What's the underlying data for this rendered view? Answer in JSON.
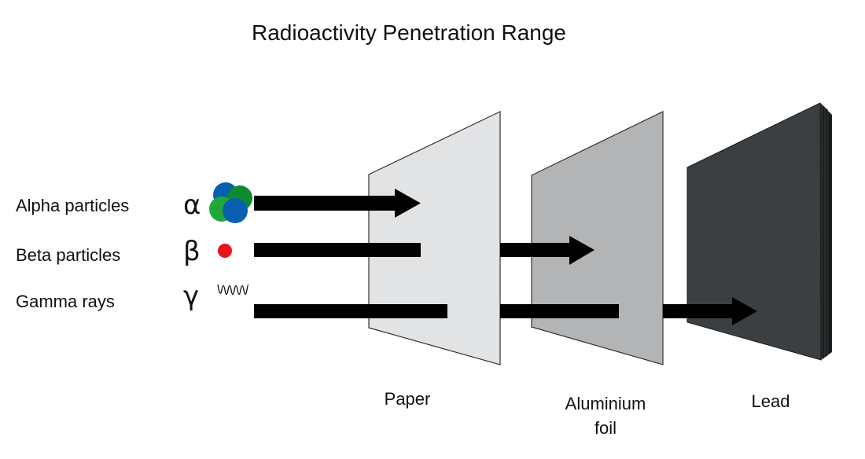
{
  "title": "Radioactivity Penetration Range",
  "radiation_types": [
    {
      "label": "Alpha particles",
      "symbol": "α",
      "icon": "alpha-nucleus-icon",
      "stopped_by": "Paper"
    },
    {
      "label": "Beta particles",
      "symbol": "β",
      "icon": "beta-electron-icon",
      "stopped_by": "Aluminium foil"
    },
    {
      "label": "Gamma rays",
      "symbol": "γ",
      "icon": "gamma-wave-icon",
      "stopped_by": "Lead"
    }
  ],
  "barriers": [
    {
      "label": "Paper",
      "color": "#e2e3e5"
    },
    {
      "label_line1": "Aluminium",
      "label_line2": "foil",
      "color": "#b3b4b6"
    },
    {
      "label": "Lead",
      "color": "#3c3f41"
    }
  ],
  "colors": {
    "alpha_blue": "#0a5fb0",
    "alpha_dark_green": "#0f8a30",
    "alpha_light_green": "#22a83a",
    "beta_red": "#e8141c",
    "arrow": "#000000"
  }
}
